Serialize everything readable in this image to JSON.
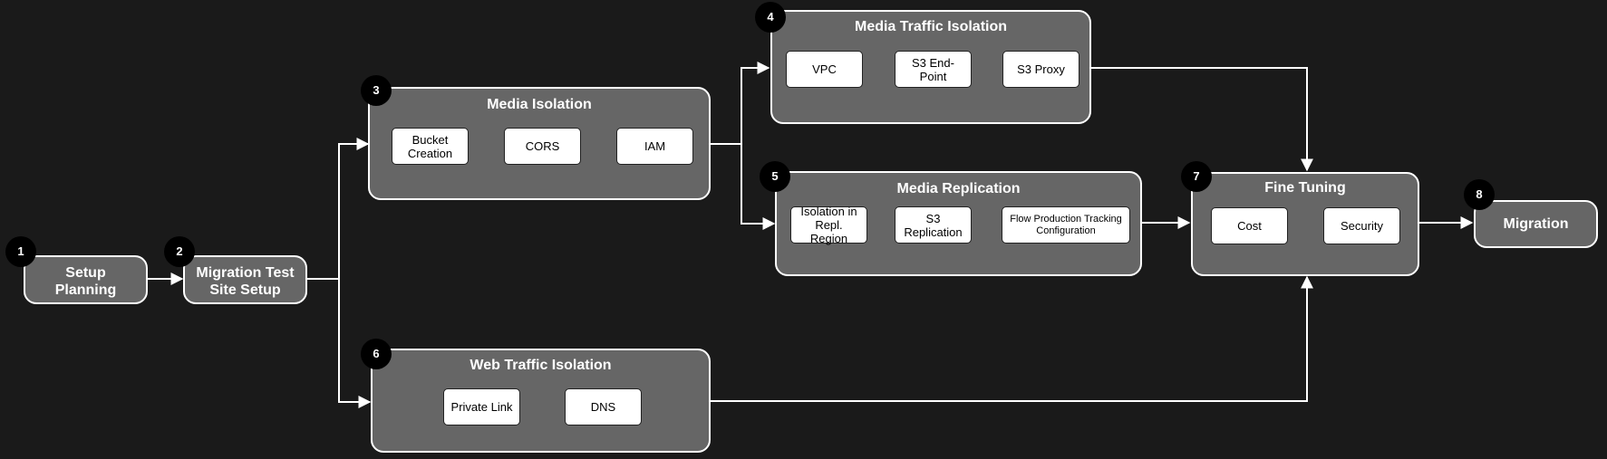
{
  "stages": {
    "setup_planning": {
      "number": "1",
      "title": "Setup\nPlanning"
    },
    "test_site": {
      "number": "2",
      "title": "Migration Test\nSite Setup"
    },
    "media_isolation": {
      "number": "3",
      "title": "Media Isolation",
      "steps": [
        "Bucket\nCreation",
        "CORS",
        "IAM"
      ]
    },
    "media_traffic": {
      "number": "4",
      "title": "Media Traffic Isolation",
      "steps": [
        "VPC",
        "S3 End-Point",
        "S3 Proxy"
      ]
    },
    "media_replication": {
      "number": "5",
      "title": "Media Replication",
      "steps": [
        "Isolation in\nRepl. Region",
        "S3 Replication",
        "Flow Production Tracking\nConfiguration"
      ]
    },
    "web_traffic": {
      "number": "6",
      "title": "Web Traffic Isolation",
      "steps": [
        "Private Link",
        "DNS"
      ]
    },
    "fine_tuning": {
      "number": "7",
      "title": "Fine Tuning",
      "steps": [
        "Cost",
        "Security"
      ]
    },
    "migration": {
      "number": "8",
      "title": "Migration"
    }
  },
  "colors": {
    "background": "#1a1a1a",
    "stage_fill": "#666666",
    "stage_border": "#ffffff",
    "badge": "#000000",
    "step_fill": "#ffffff",
    "arrow": "#ffffff"
  }
}
